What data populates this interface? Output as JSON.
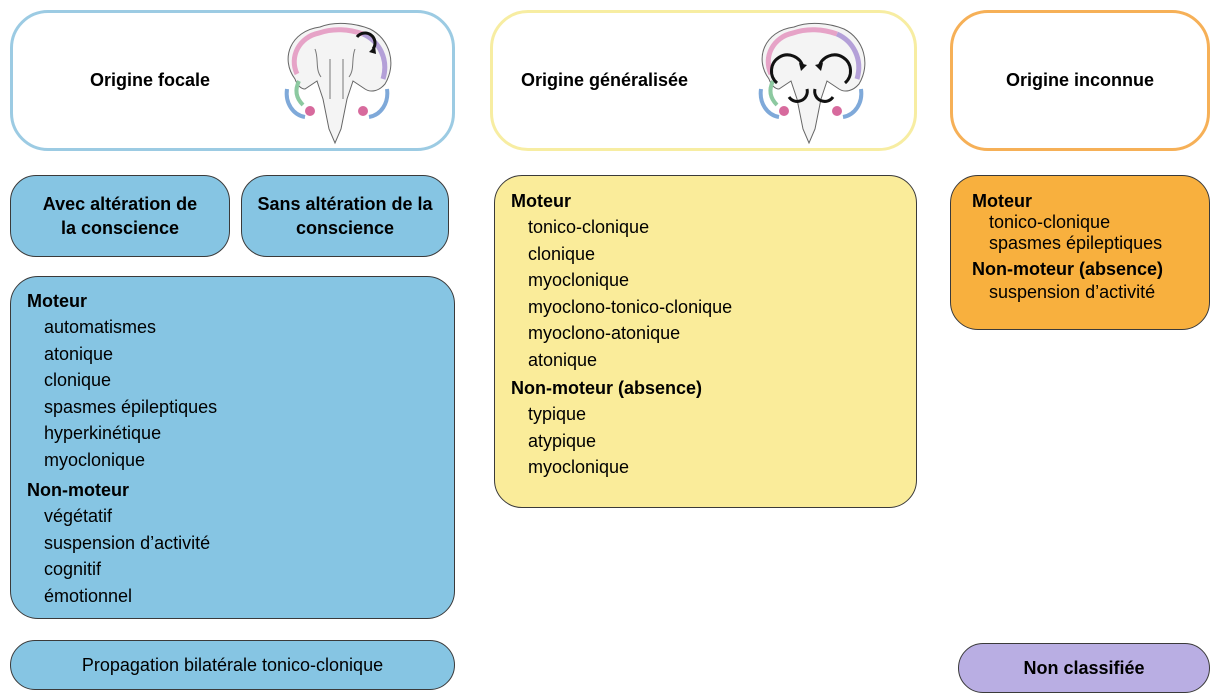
{
  "colors": {
    "focal_border": "#9ccbe3",
    "focal_fill": "#86c5e3",
    "generalized_border": "#f7eda2",
    "generalized_fill": "#faec9a",
    "unknown_border": "#f6b057",
    "unknown_fill": "#f8b03e",
    "unclassified_fill": "#b9aee3"
  },
  "focal": {
    "header": "Origine focale",
    "brain_icon": "brain-focal-icon",
    "awareness": [
      "Avec altération de la conscience",
      "Sans altération de la conscience"
    ],
    "motor_title": "Moteur",
    "motor_items": [
      "automatismes",
      "atonique",
      "clonique",
      "spasmes épileptiques",
      "hyperkinétique",
      "myoclonique"
    ],
    "nonmotor_title": "Non-moteur",
    "nonmotor_items": [
      "végétatif",
      "suspension d’activité",
      "cognitif",
      "émotionnel"
    ],
    "bilateral": "Propagation bilatérale tonico-clonique"
  },
  "generalized": {
    "header": "Origine généralisée",
    "brain_icon": "brain-generalized-icon",
    "motor_title": "Moteur",
    "motor_items": [
      "tonico-clonique",
      "clonique",
      "myoclonique",
      "myoclono-tonico-clonique",
      "myoclono-atonique",
      "atonique"
    ],
    "nonmotor_title": "Non-moteur (absence)",
    "nonmotor_items": [
      "typique",
      "atypique",
      "myoclonique"
    ]
  },
  "unknown": {
    "header": "Origine inconnue",
    "motor_title": "Moteur",
    "motor_items": [
      "tonico-clonique",
      "spasmes épileptiques"
    ],
    "nonmotor_title": "Non-moteur (absence)",
    "nonmotor_items": [
      "suspension d’activité"
    ],
    "unclassified": "Non classifiée"
  }
}
